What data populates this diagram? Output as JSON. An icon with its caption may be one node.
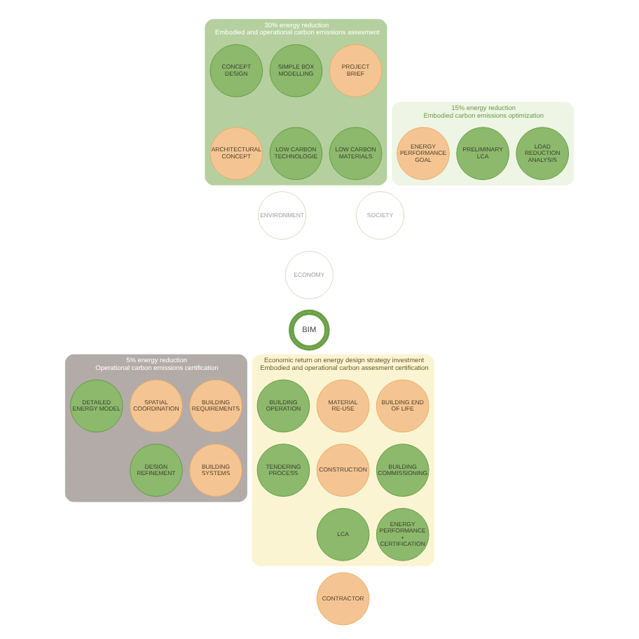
{
  "diagram": {
    "nodes": [
      {
        "text": [
          "30% energy reduction",
          "Embodied and operational carbon emissions assesment"
        ]
      },
      {
        "text": [
          "PROJECT BRIEF"
        ],
        "in": 0
      },
      {
        "text": [
          "SIMPLE BOX MODELLING"
        ],
        "in": 0
      },
      {
        "text": [
          "CONCEPT DESIGN"
        ],
        "in": 0
      },
      {
        "text": [
          "LOW CARBON MATERIALS"
        ],
        "in": 0
      },
      {
        "text": [
          "LOW CARBON TECHNOLOGIE"
        ],
        "in": 0
      },
      {
        "text": [
          "ARCHITECTURAL CONCEPT"
        ],
        "in": 0
      },
      {
        "text": [
          "15% energy reduction",
          "Embodied carbon emissions optimization"
        ]
      },
      {
        "text": [
          "LOAD REDUCTION ANALYSIS"
        ],
        "in": 7
      },
      {
        "text": [
          "PRELIMINARY LCA"
        ],
        "in": 7
      },
      {
        "text": [
          "ENERGY PERFORMANCE GOAL"
        ],
        "in": 7
      },
      {
        "text": [
          "5% energy reduction",
          "Operational carbon emissions certification"
        ]
      },
      {
        "text": [
          "BUILDING REQUIREMENTS"
        ],
        "in": 11
      },
      {
        "text": [
          "SPATIAL COORDINATION"
        ],
        "in": 11
      },
      {
        "text": [
          "DETAILED ENERGY MODEL"
        ],
        "in": 11
      },
      {
        "text": [
          "BUILDING SYSTEMS"
        ],
        "in": 11
      },
      {
        "text": [
          "DESIGN REFINEMENT"
        ],
        "in": 11
      },
      {
        "text": [
          "Economic return on energy design strategy investment",
          "Embodied and operational carbon assesment certification"
        ]
      },
      {
        "text": [
          "BUILDING END OF LIFE"
        ],
        "in": 17
      },
      {
        "text": [
          "MATERIAL RE-USE"
        ],
        "in": 17
      },
      {
        "text": [
          "BUILDING OPERATION"
        ],
        "in": 17
      },
      {
        "text": [
          "BUILDING COMMISSIONING"
        ],
        "in": 17
      },
      {
        "text": [
          "CONSTRUCTION"
        ],
        "in": 17
      },
      {
        "text": [
          "TENDERING PROCESS"
        ],
        "in": 17
      },
      {
        "text": [
          "ENERGY PERFORMANCE + CERTIFICATION"
        ],
        "in": 17
      },
      {
        "text": [
          "LCA"
        ],
        "in": 17
      },
      {
        "text": [
          "ENVIRONMENT"
        ]
      },
      {
        "text": [
          "ECONOMY"
        ]
      },
      {
        "text": [
          "SOCIETY"
        ]
      },
      {
        "text": [
          "BIM"
        ]
      },
      {
        "text": [
          "CONTRACTOR"
        ]
      }
    ],
    "edges": []
  }
}
